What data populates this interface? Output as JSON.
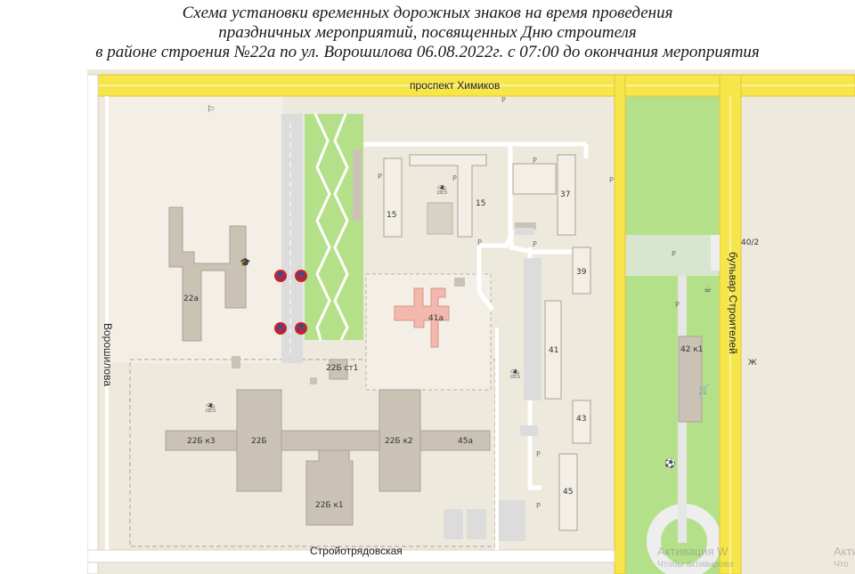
{
  "title": {
    "line1": "Схема установки временных дорожных знаков на время проведения",
    "line2": "праздничных мероприятий, посвященных Дню строителя",
    "line3": "в районе строения №22а по ул. Ворошилова 06.08.2022г. с 07:00 до окончания мероприятия"
  },
  "streets": {
    "khimikov": "проспект Химиков",
    "voroshilova": "Ворошилова",
    "stroiotryadovskaya": "Стройотрядовская",
    "bulvar_stroiteley": "бульвар Строителей"
  },
  "buildings": {
    "b22a": "22а",
    "b15_left": "15",
    "b15_right": "15",
    "b37": "37",
    "b39": "39",
    "b41a": "41а",
    "b41": "41",
    "b43": "43",
    "b45": "45",
    "b45a": "45а",
    "b42k1": "42 к1",
    "b22b": "22Б",
    "b22bk1": "22Б к1",
    "b22bk2": "22Б к2",
    "b22bk3": "22Б к3",
    "b22bst1": "22Б ст1",
    "b40_2": "40/2",
    "edge_zh": "Ж"
  },
  "parking_marker": "P",
  "watermark": {
    "line1": "Активация W",
    "line2": "Чтобы активирова",
    "line3": "Акти",
    "line4": "Что"
  },
  "road_signs": [
    {
      "name": "no-stopping-sign",
      "count": 4
    }
  ],
  "colors": {
    "main_road": "#f7e64a",
    "road_edge": "#e3c33a",
    "park": "#b5e08a",
    "block": "#eee9dd",
    "building": "#c9c2b5",
    "building_highlight": "#f2b8ae",
    "sign_blue": "#2b4f9e",
    "sign_red": "#d62020"
  }
}
